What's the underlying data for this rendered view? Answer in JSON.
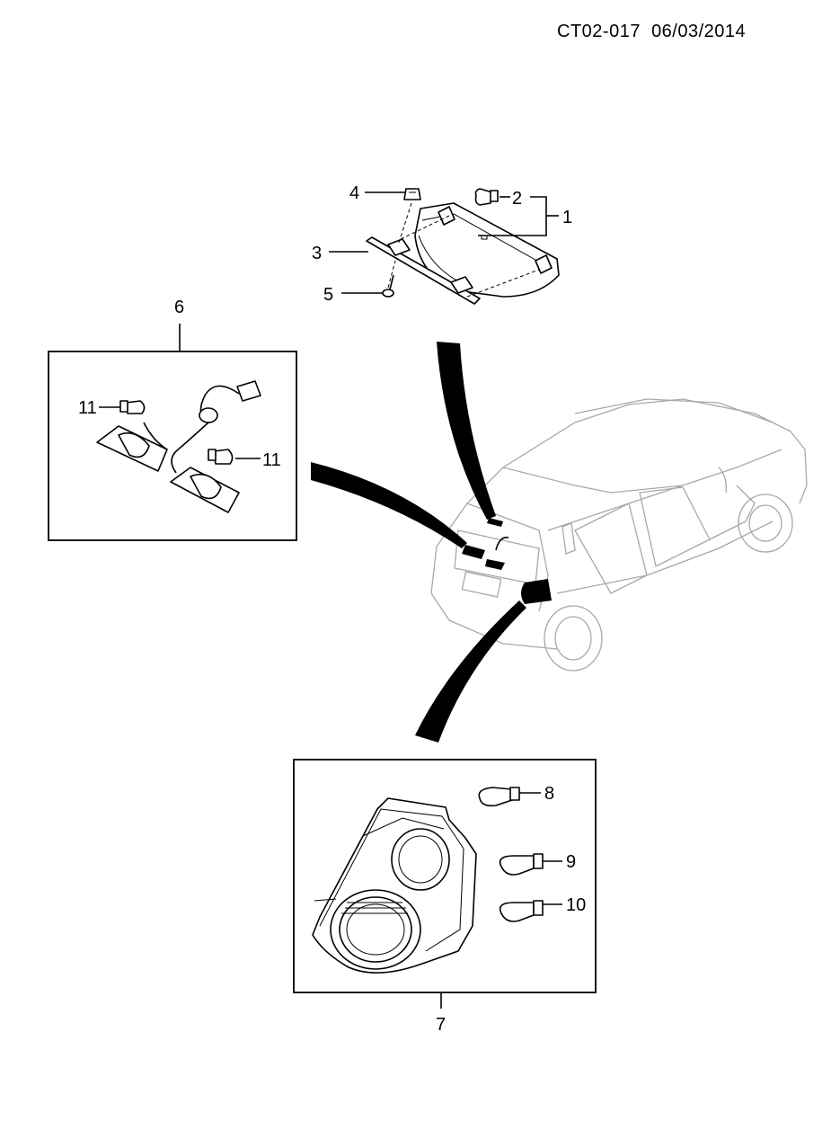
{
  "header": {
    "code": "CT02-017",
    "date": "06/03/2014"
  },
  "callouts": {
    "c1": "1",
    "c2": "2",
    "c3": "3",
    "c4": "4",
    "c5": "5",
    "c6": "6",
    "c7": "7",
    "c8": "8",
    "c9": "9",
    "c10": "10",
    "c11a": "11",
    "c11b": "11"
  }
}
